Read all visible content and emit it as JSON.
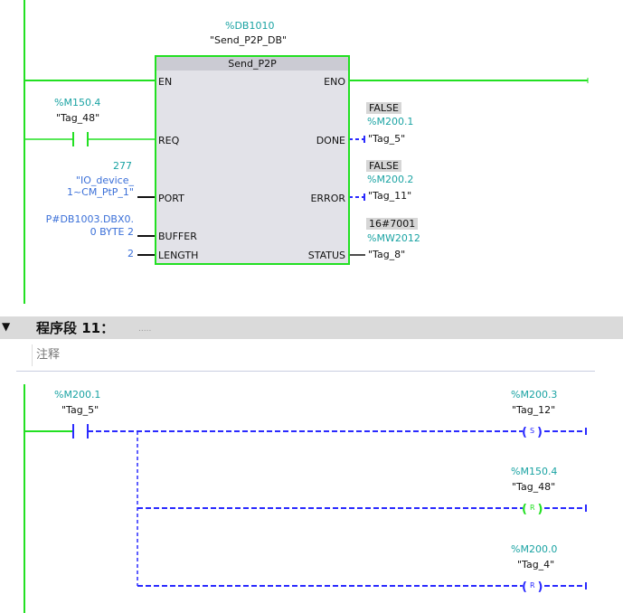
{
  "network10": {
    "instance": {
      "address": "%DB1010",
      "name": "\"Send_P2P_DB\""
    },
    "block": {
      "title": "Send_P2P",
      "inputs": [
        "EN",
        "REQ",
        "PORT",
        "BUFFER",
        "LENGTH"
      ],
      "outputs": [
        "ENO",
        "DONE",
        "ERROR",
        "STATUS"
      ]
    },
    "req_contact": {
      "address": "%M150.4",
      "tag": "\"Tag_48\""
    },
    "port": {
      "value": "277",
      "tag_line1": "\"IO_device_",
      "tag_line2": "1~CM_PtP_1\""
    },
    "buffer": {
      "line1": "P#DB1003.DBX0.",
      "line2": "0 BYTE 2"
    },
    "length": {
      "value": "2"
    },
    "done": {
      "value": "FALSE",
      "address": "%M200.1",
      "tag": "\"Tag_5\""
    },
    "error": {
      "value": "FALSE",
      "address": "%M200.2",
      "tag": "\"Tag_11\""
    },
    "status": {
      "value": "16#7001",
      "address": "%MW2012",
      "tag": "\"Tag_8\""
    }
  },
  "network11": {
    "header": {
      "collapse_icon": "triangle-down",
      "title": "程序段 11：",
      "dots": "....."
    },
    "comment_placeholder": "注释",
    "contact": {
      "address": "%M200.1",
      "tag": "\"Tag_5\""
    },
    "coils": [
      {
        "type": "S",
        "address": "%M200.3",
        "tag": "\"Tag_12\"",
        "color": "#2a2aff"
      },
      {
        "type": "R",
        "address": "%M150.4",
        "tag": "\"Tag_48\"",
        "color": "#22e022"
      },
      {
        "type": "R",
        "address": "%M200.0",
        "tag": "\"Tag_4\"",
        "color": "#2a2aff"
      }
    ]
  },
  "colors": {
    "powered": "#22e022",
    "unpowered": "#2a2aff",
    "address": "#1aa3a3"
  }
}
